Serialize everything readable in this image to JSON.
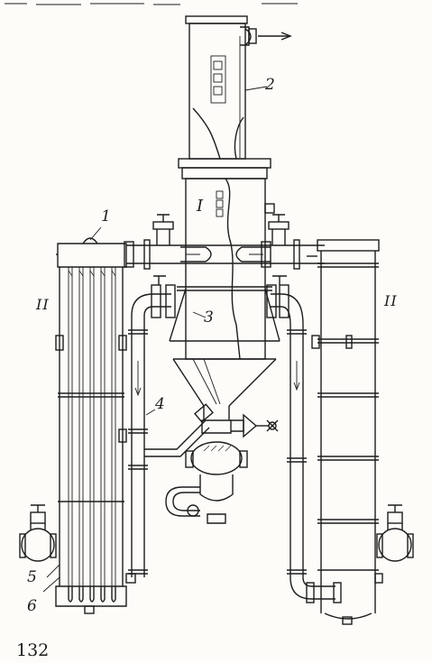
{
  "labels": {
    "num_1": "1",
    "num_2": "2",
    "num_3": "3",
    "num_4": "4",
    "num_5": "5",
    "num_6": "6",
    "roman_I": "I",
    "roman_II_left": "II",
    "roman_II_right": "II"
  },
  "page_number": "132",
  "colors": {
    "ink": "#1d1d1d",
    "paper": "#fdfcf9"
  }
}
